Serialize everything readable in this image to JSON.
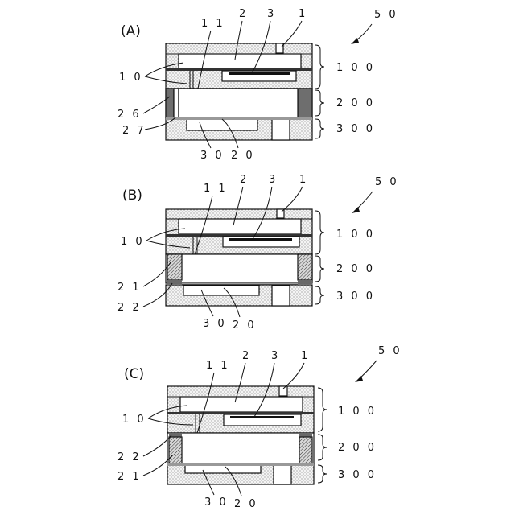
{
  "panels": [
    {
      "title": "(A)",
      "device_label": "5 0",
      "refs": {
        "r1": "1",
        "r2": "2",
        "r3": "3",
        "r11": "1 1",
        "r10": "1 0",
        "r26": "2 6",
        "r27": "2 7",
        "r30": "3 0",
        "r20": "2 0"
      },
      "layers": {
        "l100": "1 0 0",
        "l200": "2 0 0",
        "l300": "3 0 0"
      }
    },
    {
      "title": "(B)",
      "device_label": "5 0",
      "refs": {
        "r1": "1",
        "r2": "2",
        "r3": "3",
        "r11": "1 1",
        "r10": "1 0",
        "r21": "2 1",
        "r22": "2 2",
        "r30": "3 0",
        "r20": "2 0"
      },
      "layers": {
        "l100": "1 0 0",
        "l200": "2 0 0",
        "l300": "3 0 0"
      }
    },
    {
      "title": "(C)",
      "device_label": "5 0",
      "refs": {
        "r1": "1",
        "r2": "2",
        "r3": "3",
        "r11": "1 1",
        "r10": "1 0",
        "r22": "2 2",
        "r21": "2 1",
        "r30": "3 0",
        "r20": "2 0"
      },
      "layers": {
        "l100": "1 0 0",
        "l200": "2 0 0",
        "l300": "3 0 0"
      }
    }
  ],
  "colors": {
    "line": "#111111",
    "dot_fill": "#f2f2f2",
    "dark_wall": "#6e6e6e"
  }
}
